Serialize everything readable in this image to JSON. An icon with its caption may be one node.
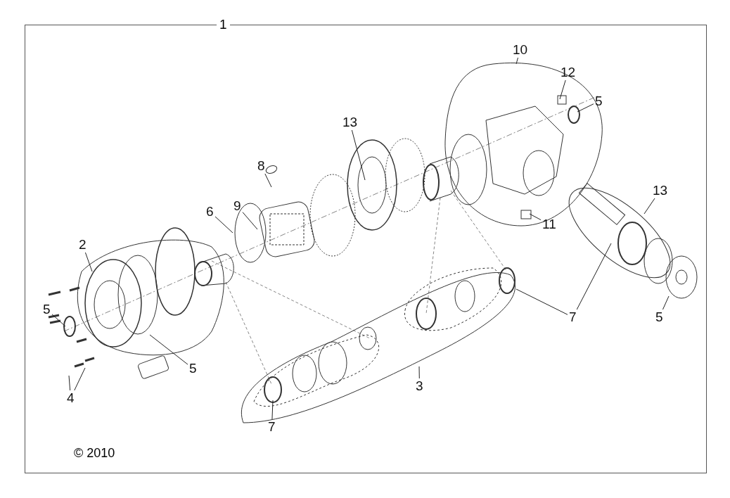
{
  "diagram": {
    "nodes": [
      {
        "text": [
          "1"
        ]
      },
      {
        "text": [
          "10"
        ],
        "in": 0
      },
      {
        "text": [
          "12"
        ],
        "in": 0
      },
      {
        "text": [
          "5"
        ],
        "in": 0
      },
      {
        "text": [
          "13"
        ],
        "in": 0
      },
      {
        "text": [
          "8"
        ],
        "in": 0
      },
      {
        "text": [
          "13"
        ],
        "in": 0
      },
      {
        "text": [
          "9"
        ],
        "in": 0
      },
      {
        "text": [
          "6"
        ],
        "in": 0
      },
      {
        "text": [
          "11"
        ],
        "in": 0
      },
      {
        "text": [
          "2"
        ],
        "in": 0
      },
      {
        "text": [
          "5"
        ],
        "in": 0
      },
      {
        "text": [
          "7"
        ],
        "in": 0
      },
      {
        "text": [
          "5"
        ],
        "in": 0
      },
      {
        "text": [
          "5"
        ],
        "in": 0
      },
      {
        "text": [
          "3"
        ],
        "in": 0
      },
      {
        "text": [
          "4"
        ],
        "in": 0
      },
      {
        "text": [
          "7"
        ],
        "in": 0
      }
    ],
    "edges": [
      {
        "from": 1,
        "to": null,
        "arrow": "none"
      },
      {
        "from": 2,
        "to": null,
        "arrow": "none"
      },
      {
        "from": 3,
        "to": null,
        "arrow": "none"
      },
      {
        "from": 4,
        "to": null,
        "arrow": "none"
      },
      {
        "from": 5,
        "to": null,
        "arrow": "none"
      },
      {
        "from": 6,
        "to": null,
        "arrow": "none"
      },
      {
        "from": 7,
        "to": null,
        "arrow": "none"
      },
      {
        "from": 8,
        "to": null,
        "arrow": "none"
      },
      {
        "from": 9,
        "to": null,
        "arrow": "none"
      },
      {
        "from": 10,
        "to": null,
        "arrow": "none"
      },
      {
        "from": 11,
        "to": null,
        "arrow": "none"
      },
      {
        "from": 12,
        "to": null,
        "arrow": "none"
      },
      {
        "from": 12,
        "to": null,
        "arrow": "none"
      },
      {
        "from": 13,
        "to": null,
        "arrow": "none"
      },
      {
        "from": 14,
        "to": null,
        "arrow": "none"
      },
      {
        "from": 15,
        "to": null,
        "arrow": "none"
      },
      {
        "from": 16,
        "to": null,
        "arrow": "none"
      },
      {
        "from": 16,
        "to": null,
        "arrow": "none"
      },
      {
        "from": 17,
        "to": null,
        "arrow": "none"
      }
    ],
    "labels": [
      "© 2010"
    ]
  }
}
